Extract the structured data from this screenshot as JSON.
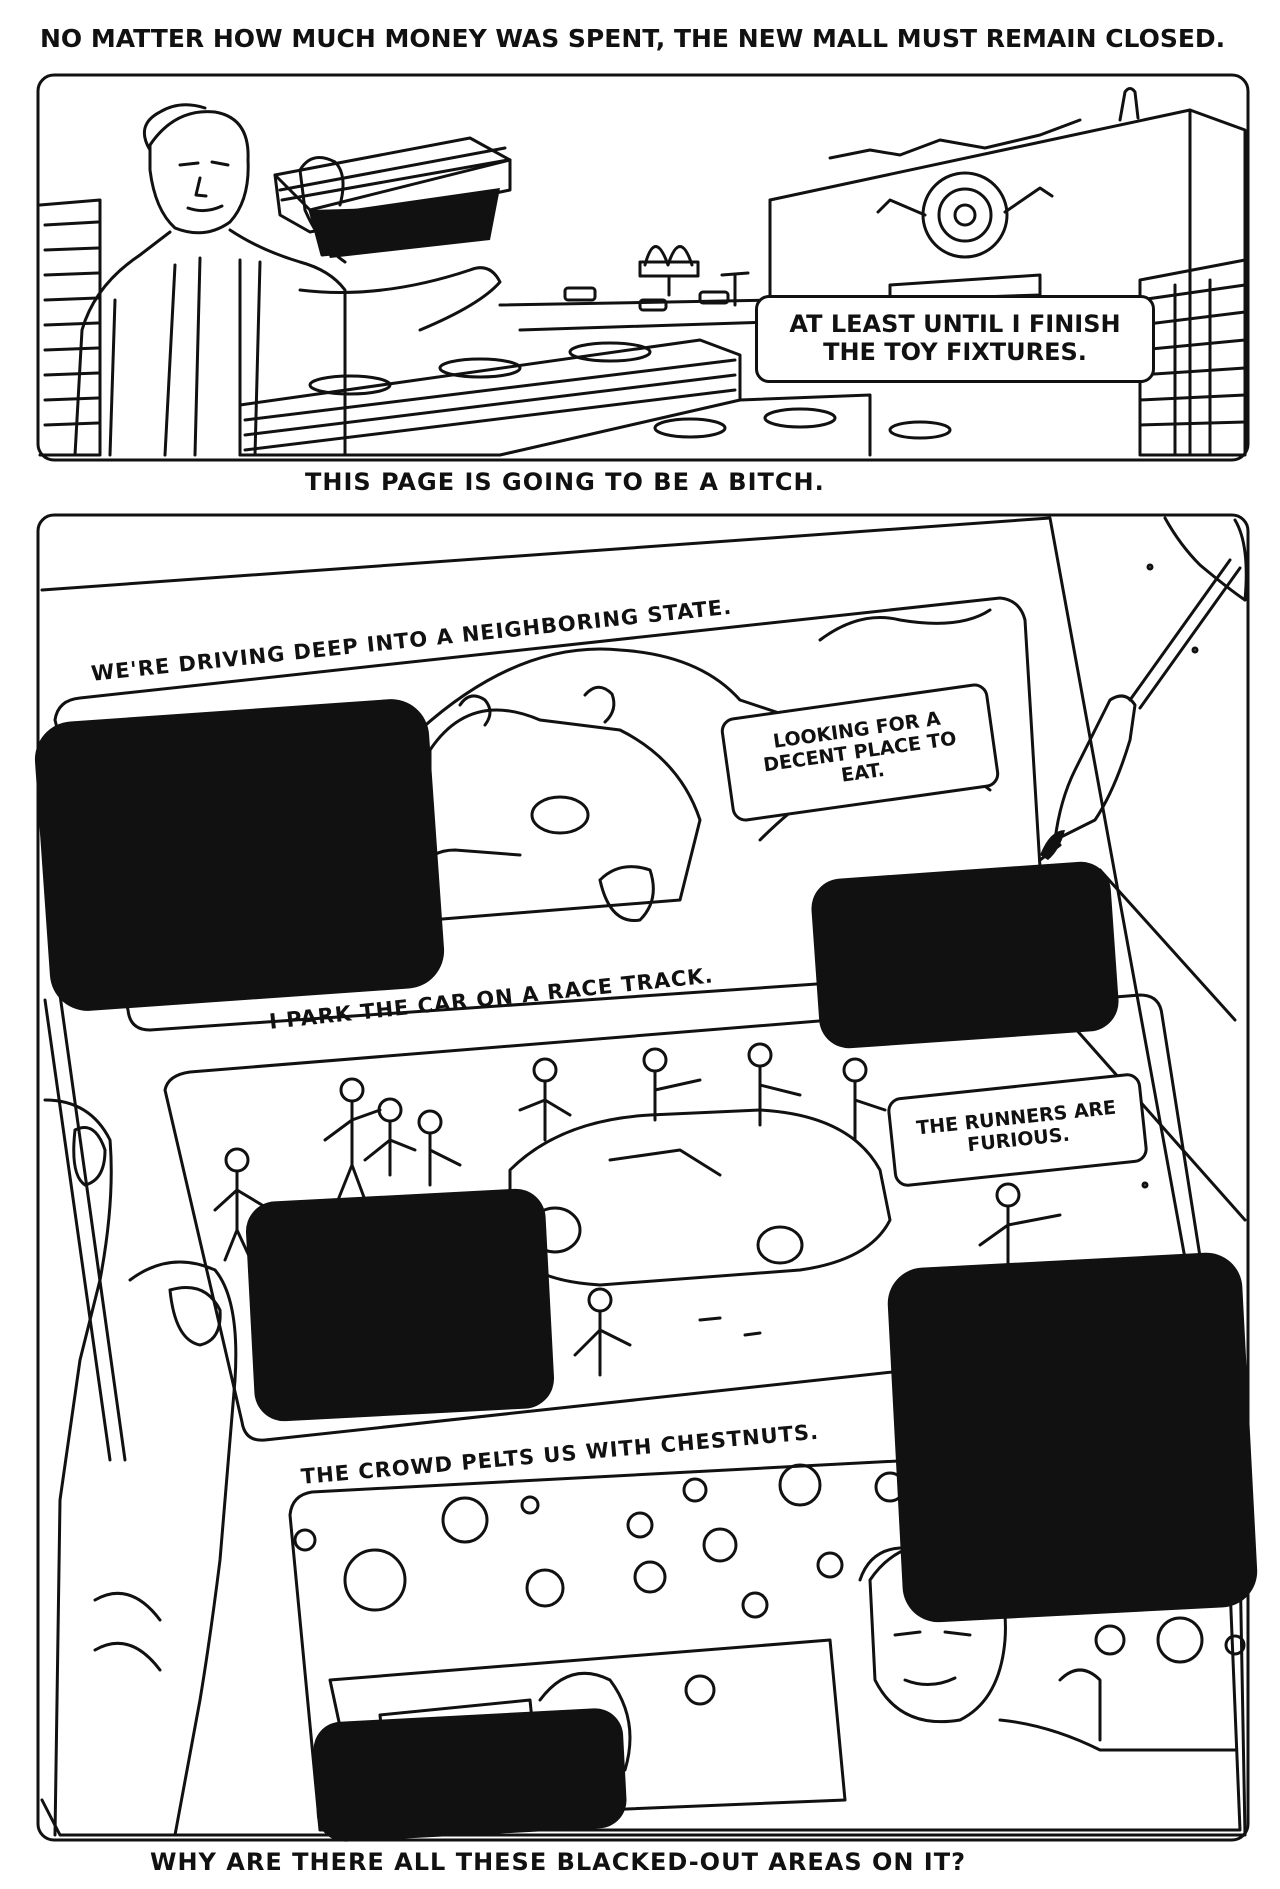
{
  "top_caption": "No matter how much money was spent, the new mall must remain closed.",
  "panel1": {
    "balloon": "At least until I finish the toy fixtures."
  },
  "middle_caption": "This page is going to be a bitch.",
  "page_in_hand": {
    "row1_caption": "We're driving deep into a neighboring state.",
    "row1_balloon": "Looking for a decent place to eat.",
    "row2_caption": "I park the car on a race track.",
    "row2_balloon": "The runners are furious.",
    "row3_caption": "The crowd pelts us with chestnuts."
  },
  "bottom_caption": "Why are there all these blacked-out areas on it?",
  "colors": {
    "ink": "#111111",
    "paper": "#ffffff"
  }
}
